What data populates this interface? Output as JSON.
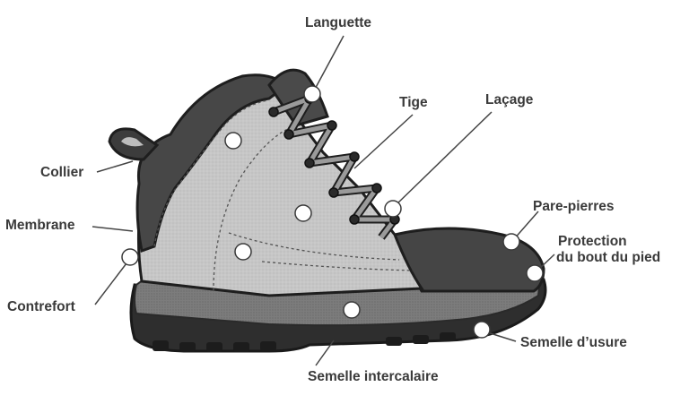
{
  "labels": {
    "languette": "Languette",
    "tige": "Tige",
    "lacage": "Laçage",
    "collier": "Collier",
    "membrane": "Membrane",
    "pare_pierres": "Pare-pierres",
    "protection_line1": "Protection",
    "protection_line2": "du bout du pied",
    "contrefort": "Contrefort",
    "semelle_usure": "Semelle d’usure",
    "semelle_intercalaire": "Semelle intercalaire"
  },
  "colors": {
    "text": "#3a3a3a",
    "outline": "#1e1e1e",
    "upper_light": "#c9c9c9",
    "dark_panel": "#4a4a4a",
    "sole": "#333333",
    "midsole": "#7a7a7a",
    "marker": "#ffffff"
  }
}
